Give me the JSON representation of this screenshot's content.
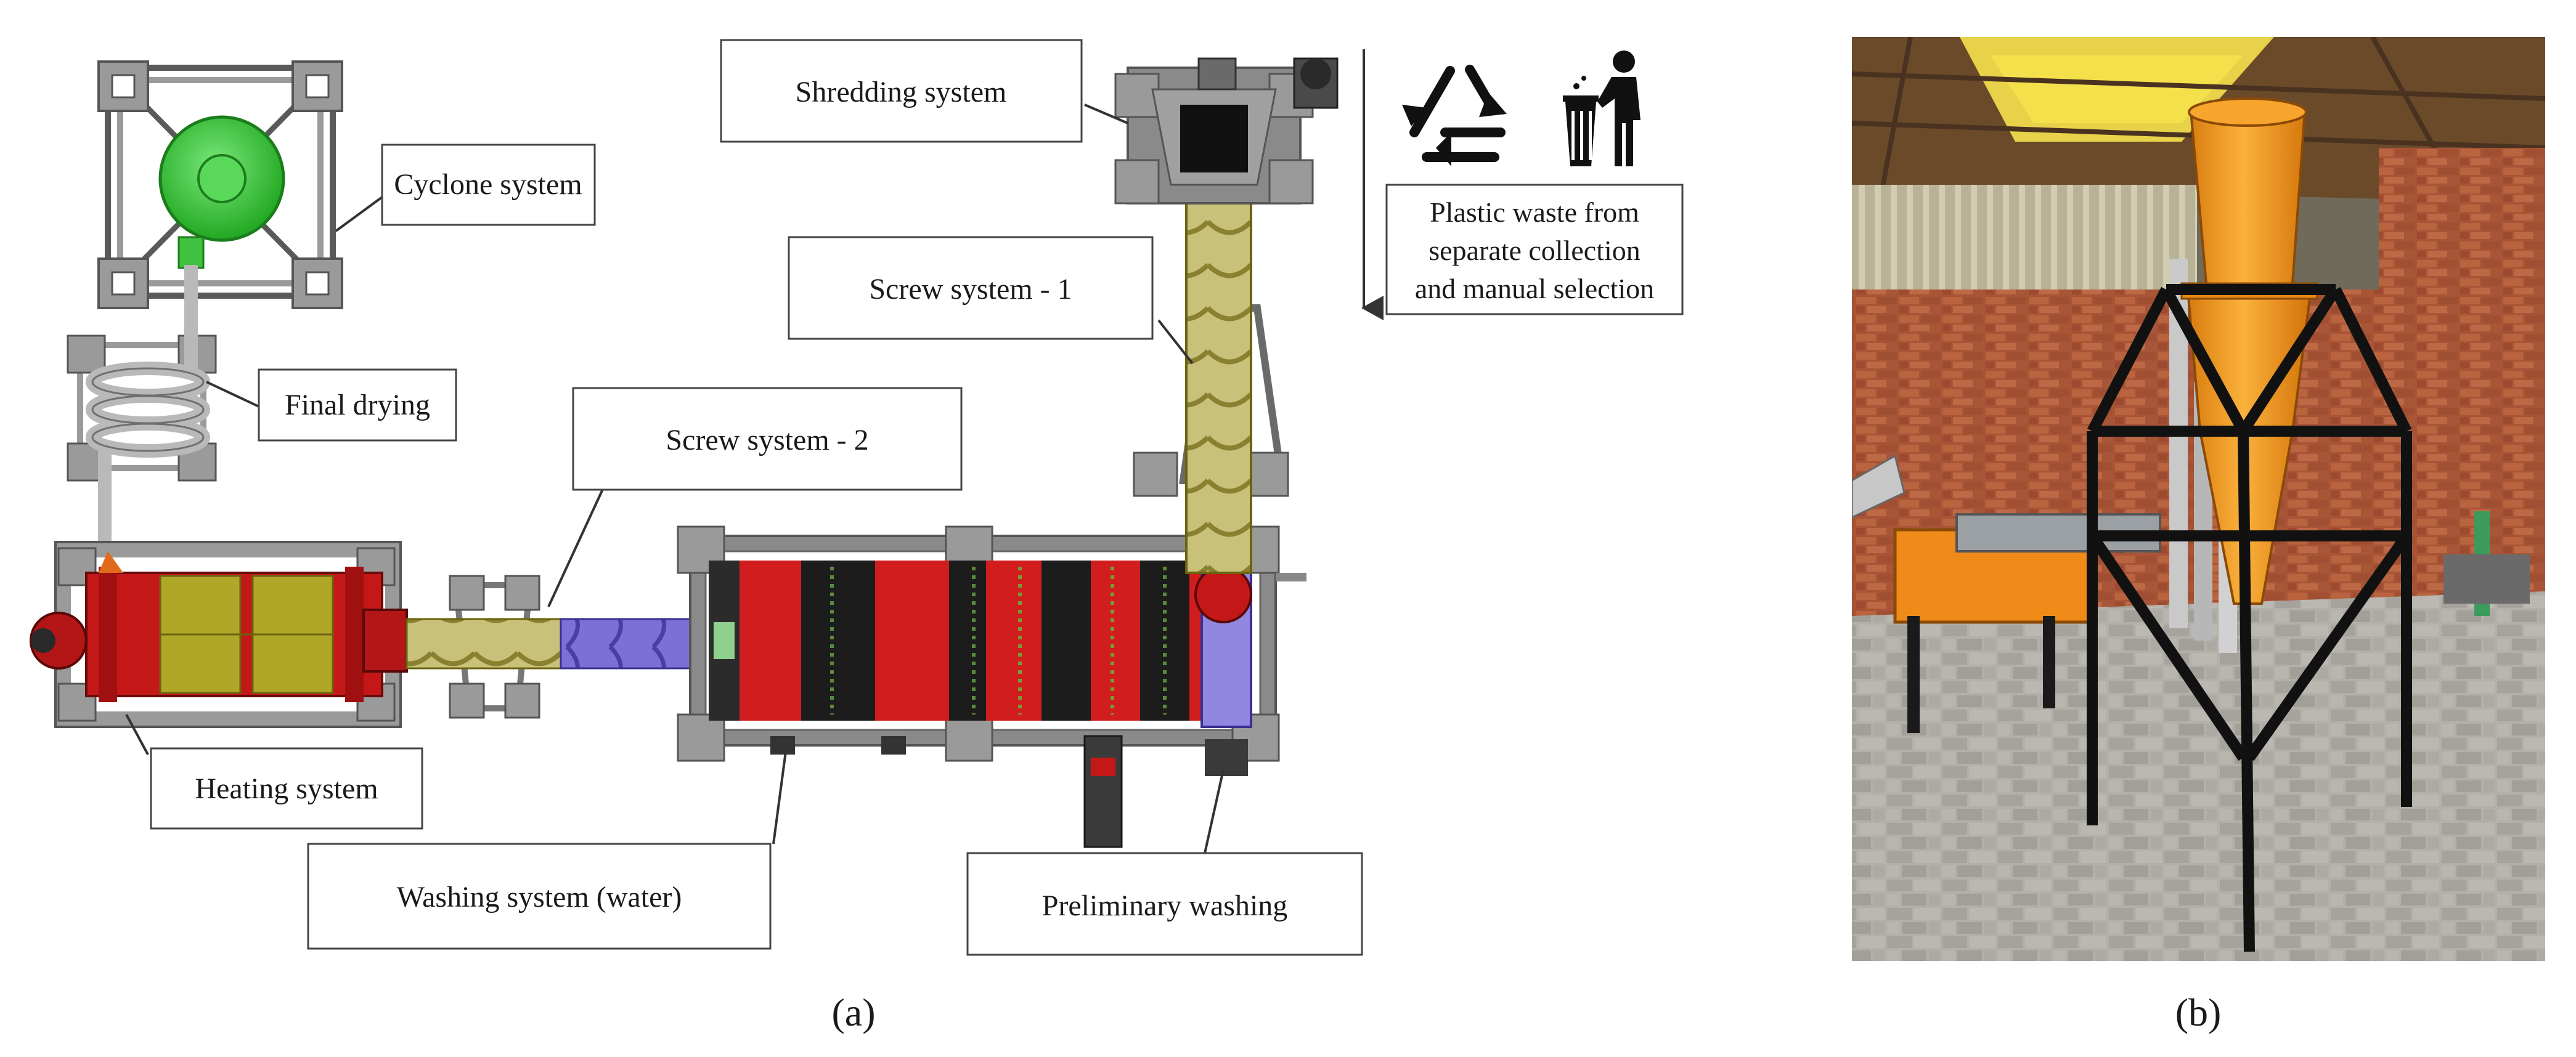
{
  "panel_a": {
    "caption": "(a)",
    "labels": {
      "cyclone": "Cyclone system",
      "final_drying": "Final drying",
      "heating": "Heating system",
      "screw2": "Screw system - 2",
      "washing": "Washing system (water)",
      "preliminary": "Preliminary washing",
      "screw1": "Screw system - 1",
      "shredding": "Shredding system",
      "waste_line1": "Plastic waste from",
      "waste_line2": "separate collection",
      "waste_line3": "and manual selection"
    },
    "icons": [
      "recycle-icon",
      "trash-bin-person-icon"
    ],
    "colors": {
      "frame": "#9a9a9a",
      "frame_dark": "#5a5a5a",
      "cyclone": "#3fc23f",
      "heater_red": "#c41818",
      "heater_olive": "#b0a628",
      "screw_olive": "#c9c07a",
      "screw_blue": "#7c6fd6",
      "washer_red": "#d11d1d",
      "washer_dark": "#1c1c1c"
    }
  },
  "panel_b": {
    "caption": "(b)",
    "colors": {
      "cyclone_orange": "#f39a1e",
      "brick": "#b35a3b",
      "floor": "#aaa7a1",
      "steel": "#1a1a1a"
    }
  }
}
